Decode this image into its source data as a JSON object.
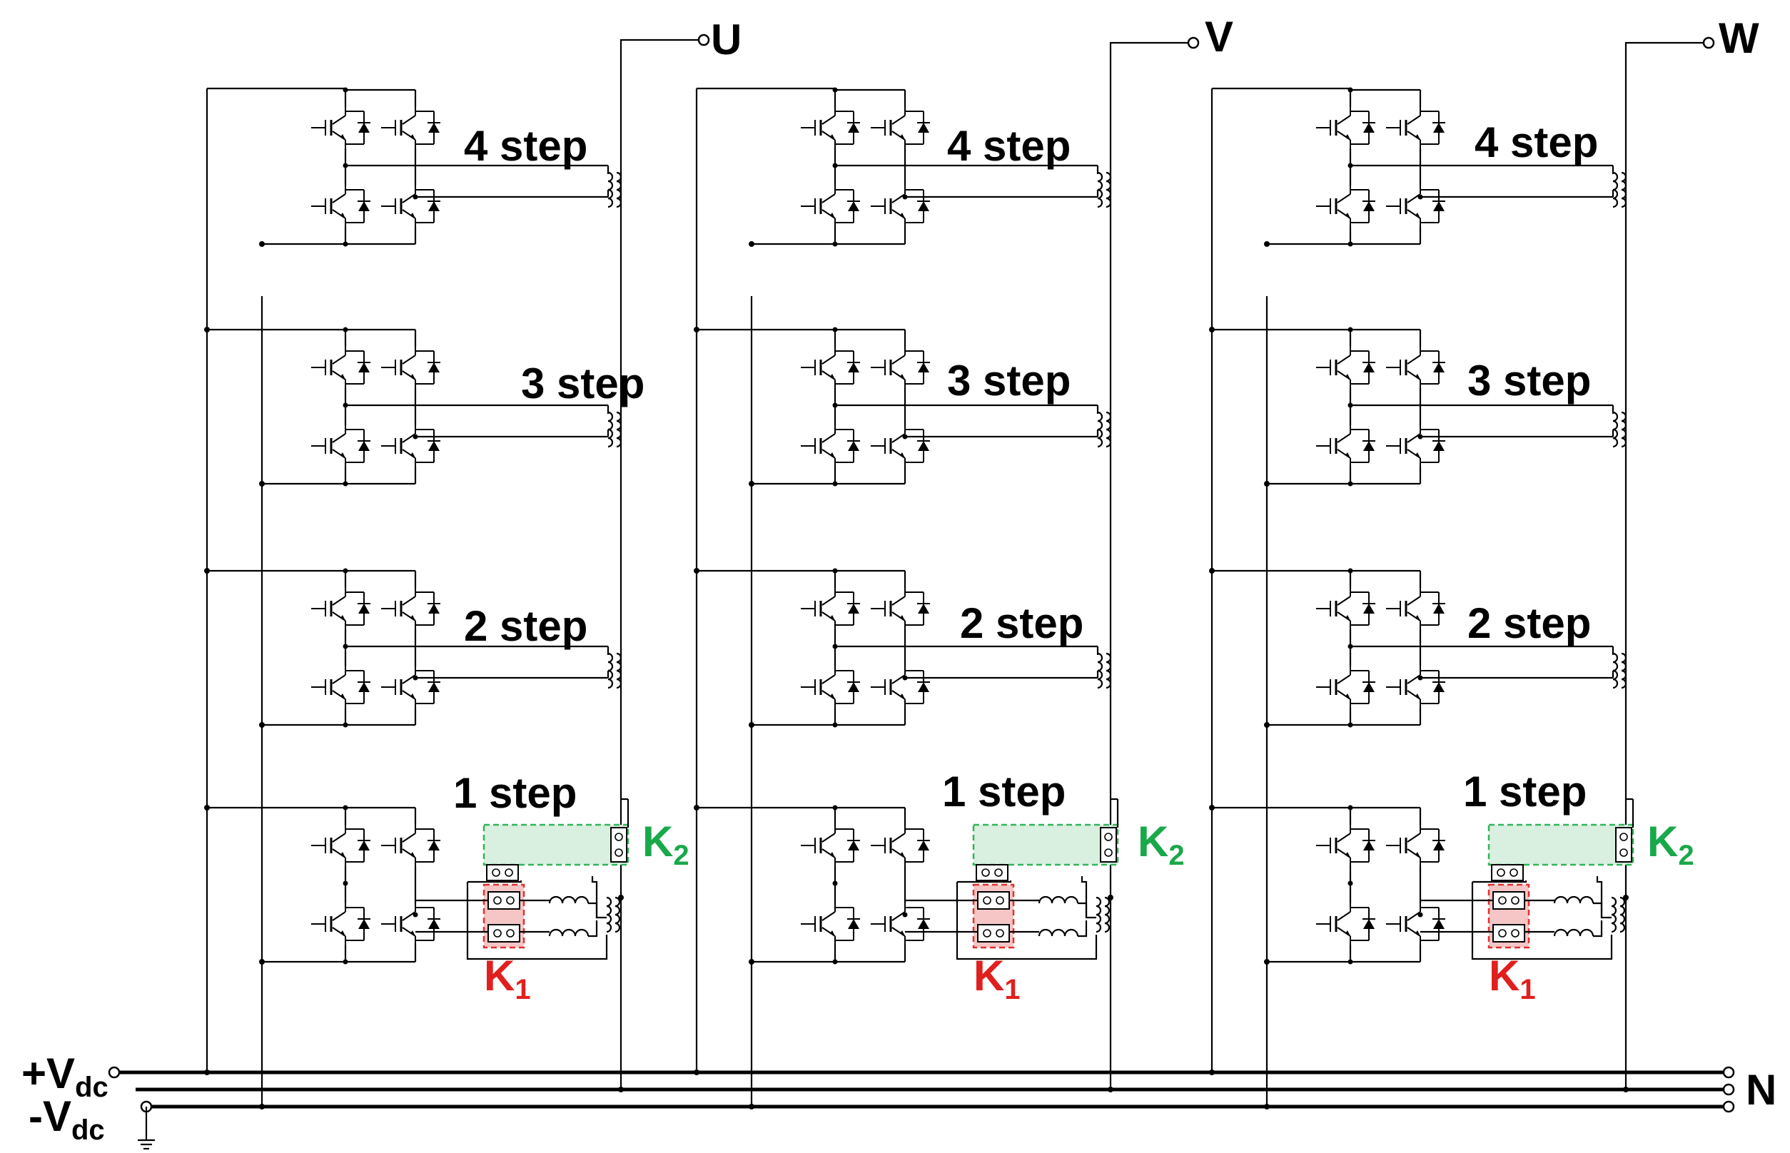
{
  "phases": [
    {
      "label": "U"
    },
    {
      "label": "V"
    },
    {
      "label": "W"
    }
  ],
  "steps": [
    "4 step",
    "3 step",
    "2 step",
    "1 step"
  ],
  "rails": {
    "positive": {
      "main": "+V",
      "sub": "dc"
    },
    "negative": {
      "main": "-V",
      "sub": "dc"
    },
    "neutral": "N"
  },
  "relays": {
    "k1": {
      "main": "K",
      "sub": "1",
      "color": "#e0201e"
    },
    "k2": {
      "main": "K",
      "sub": "2",
      "color": "#19a84a"
    }
  },
  "icons": {
    "switch": "igbt-with-antiparallel-diode-icon",
    "transformer": "coupled-inductor-icon",
    "ground": "ground-icon"
  }
}
